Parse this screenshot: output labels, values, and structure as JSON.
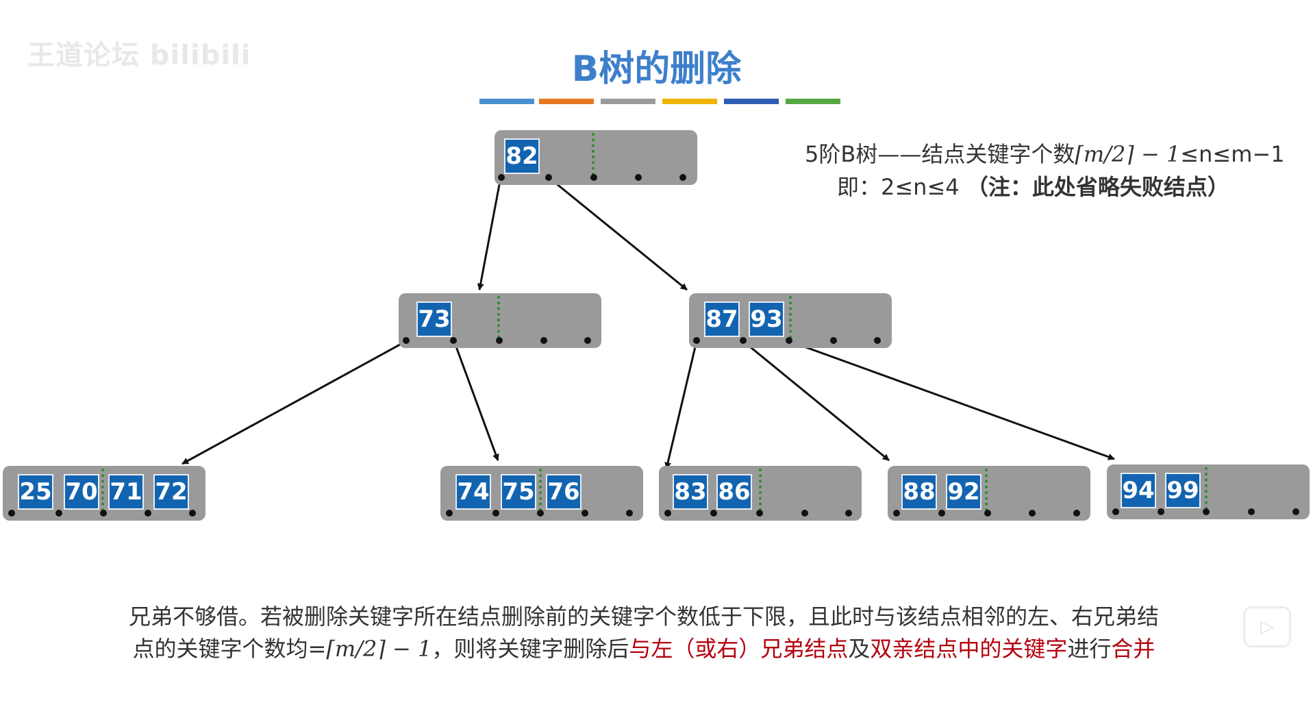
{
  "watermark": "王道论坛 bilibili",
  "title": "B树的删除",
  "color_bar": [
    "#4a90d0",
    "#e87722",
    "#9b9b9b",
    "#f0b400",
    "#2f5fb5",
    "#56a844"
  ],
  "info": {
    "line1_prefix": "5阶B树——结点关键字个数",
    "line1_formula": "⌈m/2⌉ − 1",
    "line1_suffix": "≤n≤m−1",
    "line2_prefix": "即：2≤n≤4",
    "line2_note": "（注：此处省略失败结点）"
  },
  "tree": {
    "root": [
      "82"
    ],
    "level1_left": [
      "73"
    ],
    "level1_right": [
      "87",
      "93"
    ],
    "leaf1": [
      "25",
      "70",
      "71",
      "72"
    ],
    "leaf2": [
      "74",
      "75",
      "76"
    ],
    "leaf3": [
      "83",
      "86"
    ],
    "leaf4": [
      "88",
      "92"
    ],
    "leaf5": [
      "94",
      "99"
    ]
  },
  "caption": {
    "line1": "兄弟不够借。若被删除关键字所在结点删除前的关键字个数低于下限，且此时与该结点相邻的左、右兄弟结",
    "line2_a": "点的关键字个数均=",
    "line2_formula": "⌈m/2⌉ − 1",
    "line2_b": "，则将关键字删除后",
    "line2_red1": "与左（或右）兄弟结点",
    "line2_c": "及",
    "line2_red2": "双亲结点中的关键字",
    "line2_d": "进行",
    "line2_red3": "合并"
  },
  "play_icon": "play-icon"
}
